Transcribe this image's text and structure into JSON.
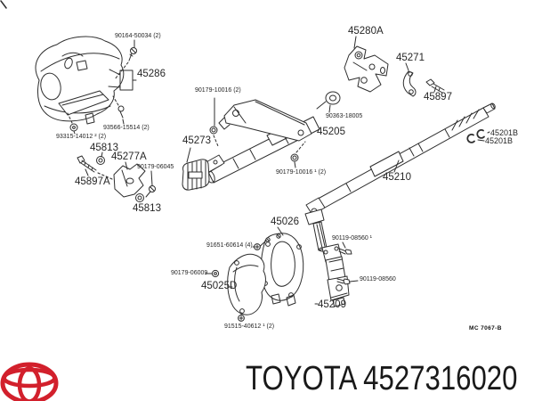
{
  "page": {
    "background": "#ffffff",
    "ink_color": "#2e2e2e",
    "accent_red": "#d2202c"
  },
  "footer": {
    "title": "TOYOTA 4527316020"
  },
  "diagram": {
    "drawing_code": "MC 7067-B",
    "labels": [
      {
        "id": "90164-50034",
        "text": "90164-50034 (2)"
      },
      {
        "id": "45286",
        "text": "45286"
      },
      {
        "id": "90179-10016-top",
        "text": "90179-10016 (2)"
      },
      {
        "id": "93566-15514",
        "text": "93566-15514 (2)"
      },
      {
        "id": "93315-14012",
        "text": "93315-14012 ² (2)"
      },
      {
        "id": "45813-upper",
        "text": "45813"
      },
      {
        "id": "45277A",
        "text": "45277A"
      },
      {
        "id": "90179-06045",
        "text": "90179-06045"
      },
      {
        "id": "45897A",
        "text": "45897A"
      },
      {
        "id": "45813-lower",
        "text": "45813"
      },
      {
        "id": "45273",
        "text": "45273"
      },
      {
        "id": "45280A",
        "text": "45280A"
      },
      {
        "id": "45271",
        "text": "45271"
      },
      {
        "id": "45897",
        "text": "45897"
      },
      {
        "id": "90363-18005",
        "text": "90363-18005"
      },
      {
        "id": "45205",
        "text": "45205"
      },
      {
        "id": "45201B-upper",
        "text": "45201B"
      },
      {
        "id": "45201B-lower",
        "text": "45201B"
      },
      {
        "id": "45210",
        "text": "45210"
      },
      {
        "id": "90179-10016-bottom",
        "text": "90179-10016 ¹ (2)"
      },
      {
        "id": "45026",
        "text": "45026"
      },
      {
        "id": "91651-60614",
        "text": "91651-60614 (4)"
      },
      {
        "id": "90179-06009",
        "text": "90179-06009"
      },
      {
        "id": "45025D",
        "text": "45025D"
      },
      {
        "id": "91515-40612",
        "text": "91515-40612 ¹ (2)"
      },
      {
        "id": "90119-08560-upper",
        "text": "90119-08560 ¹"
      },
      {
        "id": "90119-08560-lower",
        "text": "90119-08560"
      },
      {
        "id": "45209",
        "text": "45209"
      }
    ]
  }
}
